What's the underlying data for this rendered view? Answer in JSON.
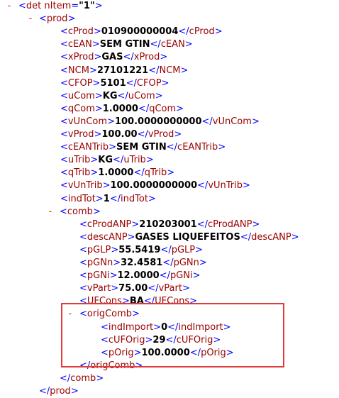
{
  "tree": {
    "toggle_symbol": "-",
    "det": {
      "tag": "det",
      "attr_name": "nItem",
      "attr_value": "\"1\""
    },
    "prod": {
      "tag": "prod"
    },
    "fields": [
      {
        "tag": "cProd",
        "value": "010900000004"
      },
      {
        "tag": "cEAN",
        "value": "SEM GTIN"
      },
      {
        "tag": "xProd",
        "value": "GAS"
      },
      {
        "tag": "NCM",
        "value": "27101221"
      },
      {
        "tag": "CFOP",
        "value": "5101"
      },
      {
        "tag": "uCom",
        "value": "KG"
      },
      {
        "tag": "qCom",
        "value": "1.0000"
      },
      {
        "tag": "vUnCom",
        "value": "100.0000000000"
      },
      {
        "tag": "vProd",
        "value": "100.00"
      },
      {
        "tag": "cEANTrib",
        "value": "SEM GTIN"
      },
      {
        "tag": "uTrib",
        "value": "KG"
      },
      {
        "tag": "qTrib",
        "value": "1.0000"
      },
      {
        "tag": "vUnTrib",
        "value": "100.0000000000"
      },
      {
        "tag": "indTot",
        "value": "1"
      }
    ],
    "comb": {
      "tag": "comb",
      "fields": [
        {
          "tag": "cProdANP",
          "value": "210203001"
        },
        {
          "tag": "descANP",
          "value": "GASES LIQUEFEITOS"
        },
        {
          "tag": "pGLP",
          "value": "55.5419"
        },
        {
          "tag": "pGNn",
          "value": "32.4581"
        },
        {
          "tag": "pGNi",
          "value": "12.0000"
        },
        {
          "tag": "vPart",
          "value": "75.00"
        },
        {
          "tag": "UFCons",
          "value": "BA"
        }
      ],
      "origComb": {
        "tag": "origComb",
        "fields": [
          {
            "tag": "indImport",
            "value": "0"
          },
          {
            "tag": "cUFOrig",
            "value": "29"
          },
          {
            "tag": "pOrig",
            "value": "100.0000"
          }
        ]
      }
    }
  },
  "highlight_color": "#e03a3a"
}
